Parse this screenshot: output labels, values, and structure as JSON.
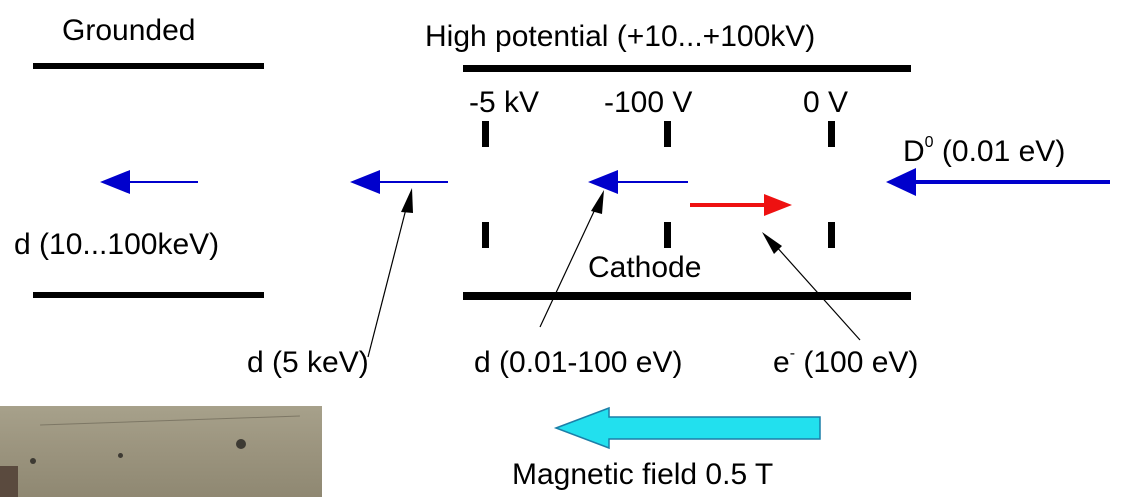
{
  "labels": {
    "grounded": "Grounded",
    "high_potential": "High potential (+10...+100kV)",
    "minus5kv": "-5 kV",
    "minus100v": "-100 V",
    "zero_v": "0 V",
    "d0_main": "D",
    "d0_sup": "0",
    "d0_energy": " (0.01 eV)",
    "d_high": "d (10...100keV)",
    "cathode": "Cathode",
    "d_5kev": "d (5 keV)",
    "d_low": "d (0.01-100 eV)",
    "e_main": "e",
    "e_sup": "-",
    "e_energy": " (100 eV)",
    "magnetic_field": "Magnetic field 0.5 T"
  },
  "colors": {
    "deuteron_arrow": "#0000cc",
    "electron_arrow": "#ee1111",
    "field_arrow_fill": "#22e0ee",
    "field_arrow_stroke": "#1b7fa8",
    "plate": "#000000"
  }
}
